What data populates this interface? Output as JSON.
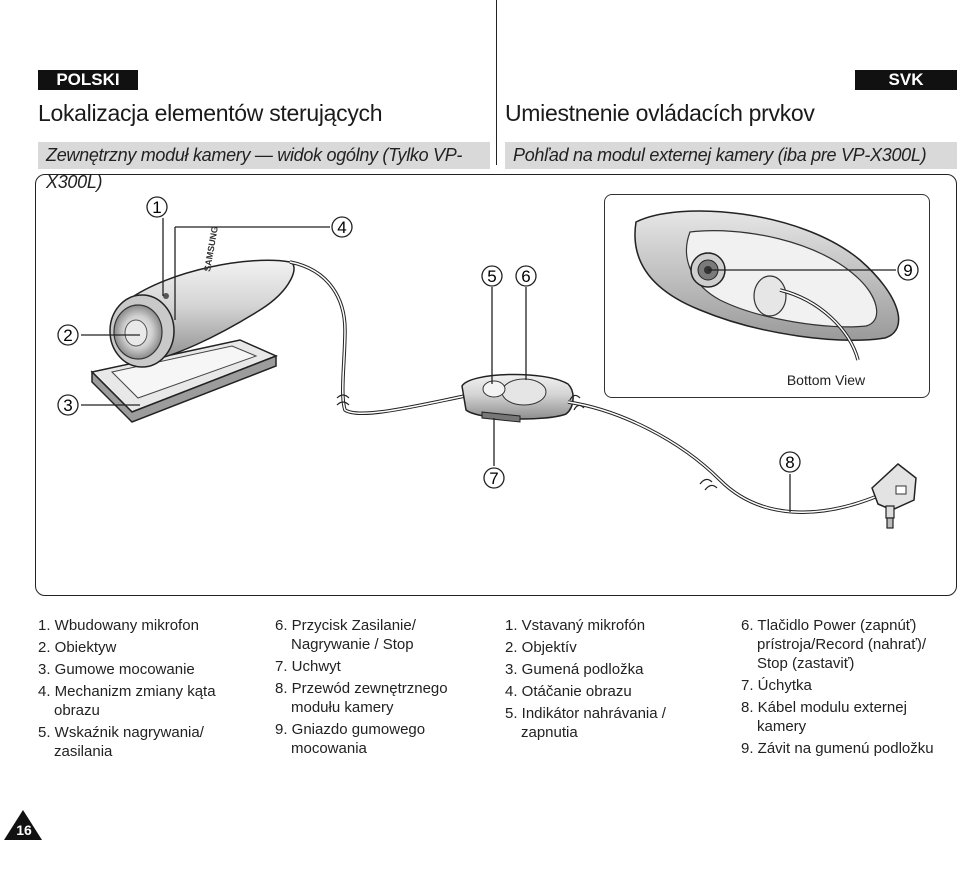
{
  "left": {
    "lang": "POLSKI",
    "title": "Lokalizacja elementów sterujących",
    "subtitle": "Zewnętrzny moduł kamery — widok ogólny (Tylko VP-X300L)",
    "col1": [
      "1. Wbudowany mikrofon",
      "2. Obiektyw",
      "3. Gumowe mocowanie",
      "4. Mechanizm zmiany kąta obrazu",
      "5. Wskaźnik nagrywania/ zasilania"
    ],
    "col2": [
      "6. Przycisk Zasilanie/ Nagrywanie / Stop",
      "7. Uchwyt",
      "8. Przewód zewnętrznego modułu kamery",
      "9. Gniazdo gumowego mocowania"
    ]
  },
  "right": {
    "lang": "SVK",
    "title": "Umiestnenie ovládacích prvkov",
    "subtitle": "Pohľad na modul externej kamery (iba pre VP-X300L)",
    "col1": [
      "1. Vstavaný mikrofón",
      "2. Objektív",
      "3. Gumená podložka",
      "4. Otáčanie obrazu",
      "5. Indikátor nahrávania / zapnutia"
    ],
    "col2": [
      "6. Tlačidlo Power (zapnúť) prístroja/Record (nahrať)/ Stop (zastaviť)",
      "7. Úchytka",
      "8. Kábel modulu externej kamery",
      "9. Závit na gumenú podložku"
    ]
  },
  "diagram": {
    "callouts": [
      "1",
      "2",
      "3",
      "4",
      "5",
      "6",
      "7",
      "8",
      "9"
    ],
    "bottom_view_label": "Bottom View",
    "brand_text": "SAMSUNG"
  },
  "page_number": "16"
}
